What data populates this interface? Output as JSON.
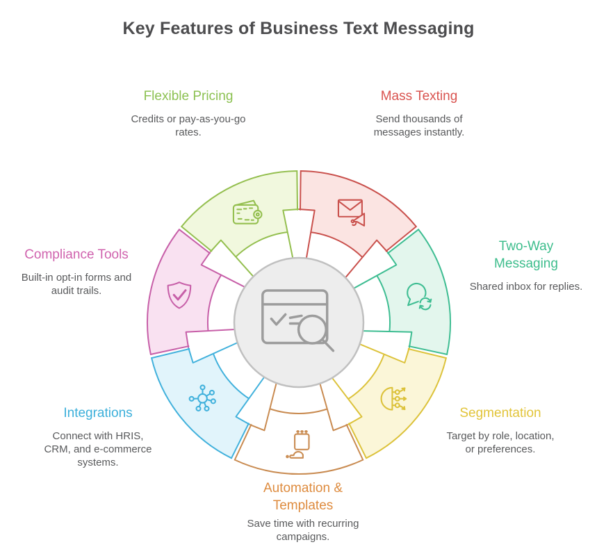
{
  "title": "Key Features of Business Text Messaging",
  "wheel": {
    "center_icon": "search-window-icon",
    "center_fill": "#EDEDED",
    "center_stroke": "#C0C0C0",
    "center_icon_color": "#9C9C9C"
  },
  "features": [
    {
      "id": "mass-texting",
      "title": "Mass Texting",
      "description": "Send thousands of\nmessages instantly.",
      "color": "#D9534F",
      "stroke": "#C9504C",
      "fill": "#FBE4E2",
      "icon": "mail-campaign-icon"
    },
    {
      "id": "two-way-messaging",
      "title": "Two-Way\nMessaging",
      "description": "Shared inbox for replies.",
      "color": "#3DBD8C",
      "stroke": "#3EBD92",
      "fill": "#E3F6ED",
      "icon": "chat-sync-icon"
    },
    {
      "id": "segmentation",
      "title": "Segmentation",
      "description": "Target by role, location,\nor preferences.",
      "color": "#E2C439",
      "stroke": "#DCC23A",
      "fill": "#FBF6D8",
      "icon": "audience-segmentation-icon"
    },
    {
      "id": "automation-templates",
      "title": "Automation &\nTemplates",
      "description": "Save time with recurring\ncampaigns.",
      "color": "#DE8B3E",
      "stroke": "#C98B51",
      "fill": "#FFFFFF",
      "icon": "calendar-hand-icon"
    },
    {
      "id": "integrations",
      "title": "Integrations",
      "description": "Connect with HRIS,\nCRM, and e-commerce\nsystems.",
      "color": "#3BAFDA",
      "stroke": "#41B1DC",
      "fill": "#E1F4FB",
      "icon": "network-icon"
    },
    {
      "id": "compliance-tools",
      "title": "Compliance Tools",
      "description": "Built-in opt-in forms and\naudit trails.",
      "color": "#D063AE",
      "stroke": "#C75FA8",
      "fill": "#F9E1F1",
      "icon": "shield-check-icon"
    },
    {
      "id": "flexible-pricing",
      "title": "Flexible Pricing",
      "description": "Credits or pay-as-you-go\nrates.",
      "color": "#8CC152",
      "stroke": "#94BF4F",
      "fill": "#F1F8DE",
      "icon": "wallet-icon"
    }
  ]
}
